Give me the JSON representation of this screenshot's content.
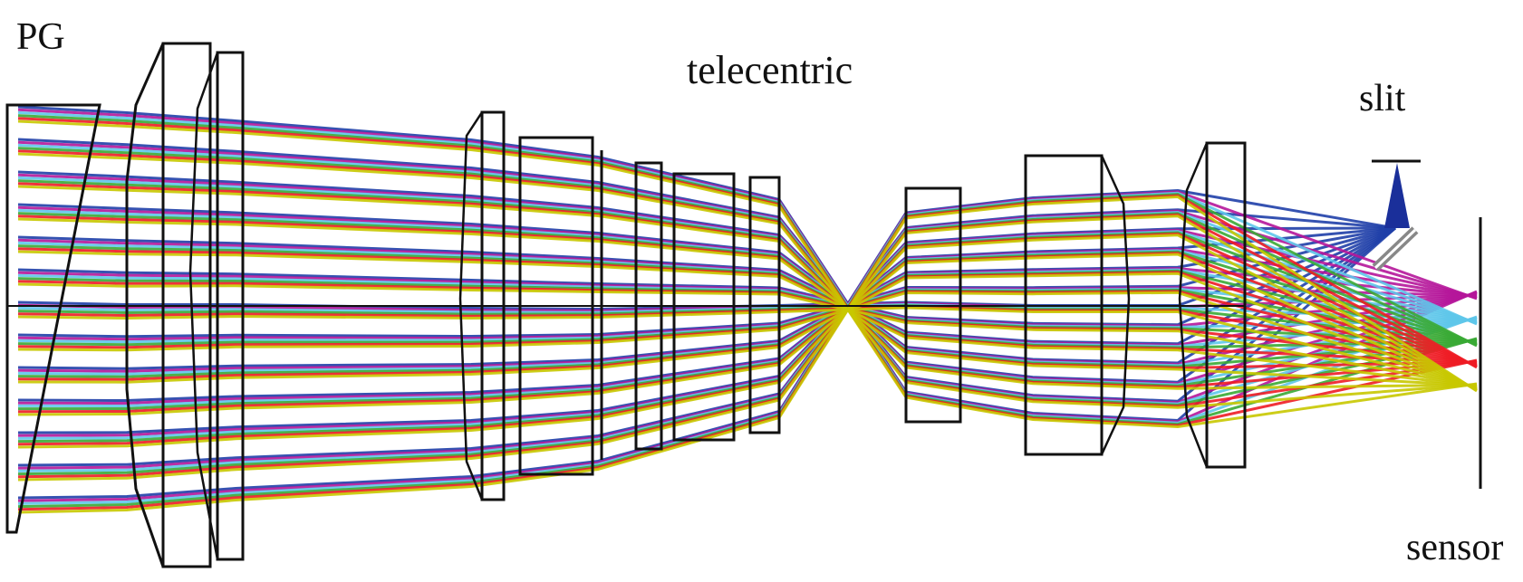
{
  "labels": {
    "pg": "PG",
    "telecentric": "telecentric",
    "slit": "slit",
    "sensor": "sensor"
  },
  "colors": {
    "outline": "#111111",
    "rays": [
      "#1f3fa8",
      "#b5169a",
      "#5ec6ea",
      "#3aaa35",
      "#ee1c25",
      "#c8c800"
    ],
    "slit_cone": "#1a2f9a",
    "slit_mirror": "#888888"
  },
  "components": [
    "pg-prism-grating",
    "front-lens-group",
    "telecentric-lens-group",
    "relay-lens-group",
    "slit",
    "fold-mirror",
    "sensor-plane"
  ]
}
